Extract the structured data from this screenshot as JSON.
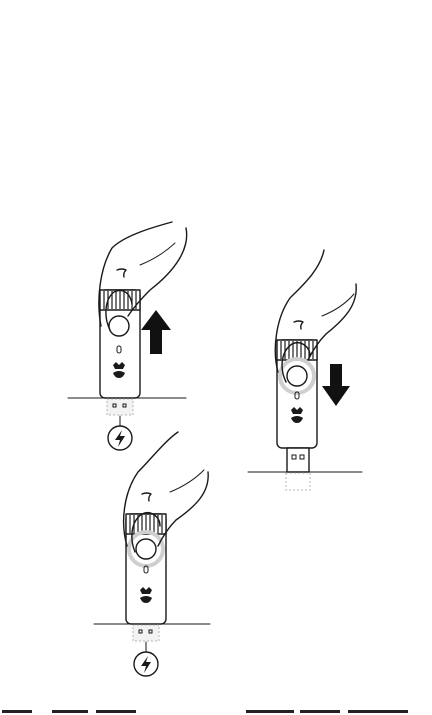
{
  "figure": {
    "panels": [
      {
        "id": "panel-lift",
        "action": "lift finger",
        "arrow": "up",
        "cable": "power"
      },
      {
        "id": "panel-press-usb",
        "action": "press",
        "arrow": "down",
        "connector": "usb-a"
      },
      {
        "id": "panel-press-power",
        "action": "press",
        "arrow": "none",
        "cable": "power"
      }
    ],
    "icons": [
      "hand-icon",
      "security-key-icon",
      "arrow-up-icon",
      "arrow-down-icon",
      "power-bolt-icon",
      "usb-connector-icon",
      "logo-icon"
    ],
    "colors": {
      "ink": "#1a1a1a",
      "touch_ring": "#cfcfcf",
      "arrow": "#111111",
      "background": "#ffffff"
    }
  }
}
